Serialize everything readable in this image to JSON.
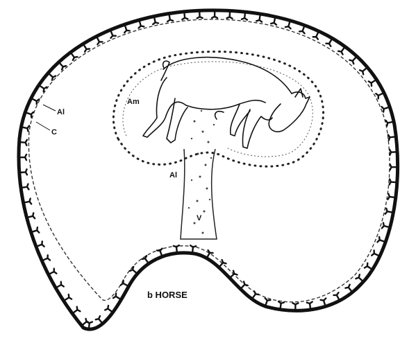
{
  "figure": {
    "caption": "b HORSE",
    "labels": {
      "al_outer": "Al",
      "c": "C",
      "am": "Am",
      "al_inner": "Al",
      "v": "V"
    }
  }
}
